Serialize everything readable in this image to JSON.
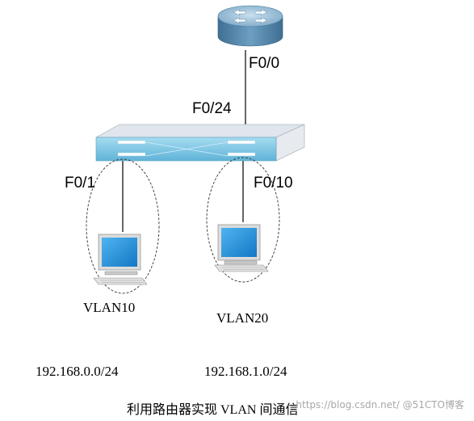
{
  "ports": {
    "router_f00": "F0/0",
    "switch_f024": "F0/24",
    "switch_f01": "F0/1",
    "switch_f010": "F0/10"
  },
  "vlans": {
    "left": "VLAN10",
    "right": "VLAN20"
  },
  "subnets": {
    "left": "192.168.0.0/24",
    "right": "192.168.1.0/24"
  },
  "caption": "利用路由器实现 VLAN 间通信",
  "watermark": "https://blog.csdn.net/ @51CTO博客",
  "colors": {
    "router_body": "#5d8fb2",
    "router_top": "#9dc3dc",
    "switch_front": "#7ec8e6",
    "switch_top": "#e4e9ee",
    "screen": "#2196e0",
    "line": "#000000"
  },
  "icons": {
    "router": "router-icon",
    "switch": "switch-icon",
    "pc_left": "pc-icon",
    "pc_right": "pc-icon"
  }
}
